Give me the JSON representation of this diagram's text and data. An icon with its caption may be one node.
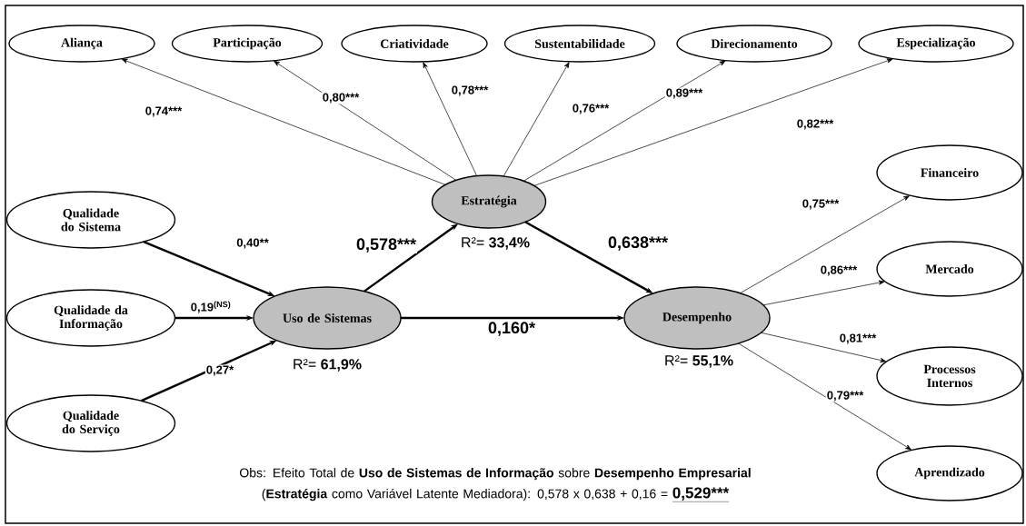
{
  "diagram": {
    "nodes": [
      {
        "text": [
          "Aliança"
        ]
      },
      {
        "text": [
          "Participação"
        ]
      },
      {
        "text": [
          "Criatividade"
        ]
      },
      {
        "text": [
          "Sustentabilidade"
        ]
      },
      {
        "text": [
          "Direcionamento"
        ]
      },
      {
        "text": [
          "Especialização"
        ]
      },
      {
        "text": [
          "Estratégia"
        ],
        "beside": [
          "R²= **33,4%**"
        ]
      },
      {
        "text": [
          "Qualidade do Sistema"
        ]
      },
      {
        "text": [
          "Qualidade da Informação"
        ]
      },
      {
        "text": [
          "Qualidade do Serviço"
        ]
      },
      {
        "text": [
          "Uso de Sistemas"
        ],
        "beside": [
          "R²= **61,9%**"
        ]
      },
      {
        "text": [
          "Desempenho"
        ],
        "beside": [
          "R²= **55,1%**"
        ]
      },
      {
        "text": [
          "Financeiro"
        ]
      },
      {
        "text": [
          "Mercado"
        ]
      },
      {
        "text": [
          "Processos Internos"
        ]
      },
      {
        "text": [
          "Aprendizado"
        ]
      }
    ],
    "edges": [
      {
        "from": 6,
        "to": 0,
        "arrow": "to",
        "label": "0,74***"
      },
      {
        "from": 6,
        "to": 1,
        "arrow": "to",
        "label": "0,80***"
      },
      {
        "from": 6,
        "to": 2,
        "arrow": "to",
        "label": "0,78***"
      },
      {
        "from": 6,
        "to": 3,
        "arrow": "to",
        "label": "0,76***"
      },
      {
        "from": 6,
        "to": 4,
        "arrow": "to",
        "label": "0,89***"
      },
      {
        "from": 6,
        "to": 5,
        "arrow": "to",
        "label": "0,82***"
      },
      {
        "from": 7,
        "to": 10,
        "arrow": "to",
        "label": "0,40**",
        "style": "thick"
      },
      {
        "from": 8,
        "to": 10,
        "arrow": "to",
        "label": "0,19$^{(NS)}$",
        "style": "thick"
      },
      {
        "from": 9,
        "to": 10,
        "arrow": "to",
        "label": "0,27*",
        "style": "thick"
      },
      {
        "from": 10,
        "to": 6,
        "arrow": "to",
        "label": "0,578***",
        "style": "thick"
      },
      {
        "from": 6,
        "to": 11,
        "arrow": "to",
        "label": "0,638***",
        "style": "thick"
      },
      {
        "from": 10,
        "to": 11,
        "arrow": "to",
        "label": "0,160*",
        "style": "thick"
      },
      {
        "from": 11,
        "to": 12,
        "arrow": "to",
        "label": "0,75***"
      },
      {
        "from": 11,
        "to": 13,
        "arrow": "to",
        "label": "0,86***"
      },
      {
        "from": 11,
        "to": 14,
        "arrow": "to",
        "label": "0,81***"
      },
      {
        "from": 11,
        "to": 15,
        "arrow": "to",
        "label": "0,79***"
      }
    ],
    "labels": [
      "Obs: Efeito Total de **Uso de Sistemas de Informação** sobre **Desempenho Empresarial** (**Estratégia** como Variável Latente Mediadora): 0,578 x 0,638 + 0,16 =",
      "0,529***"
    ]
  }
}
